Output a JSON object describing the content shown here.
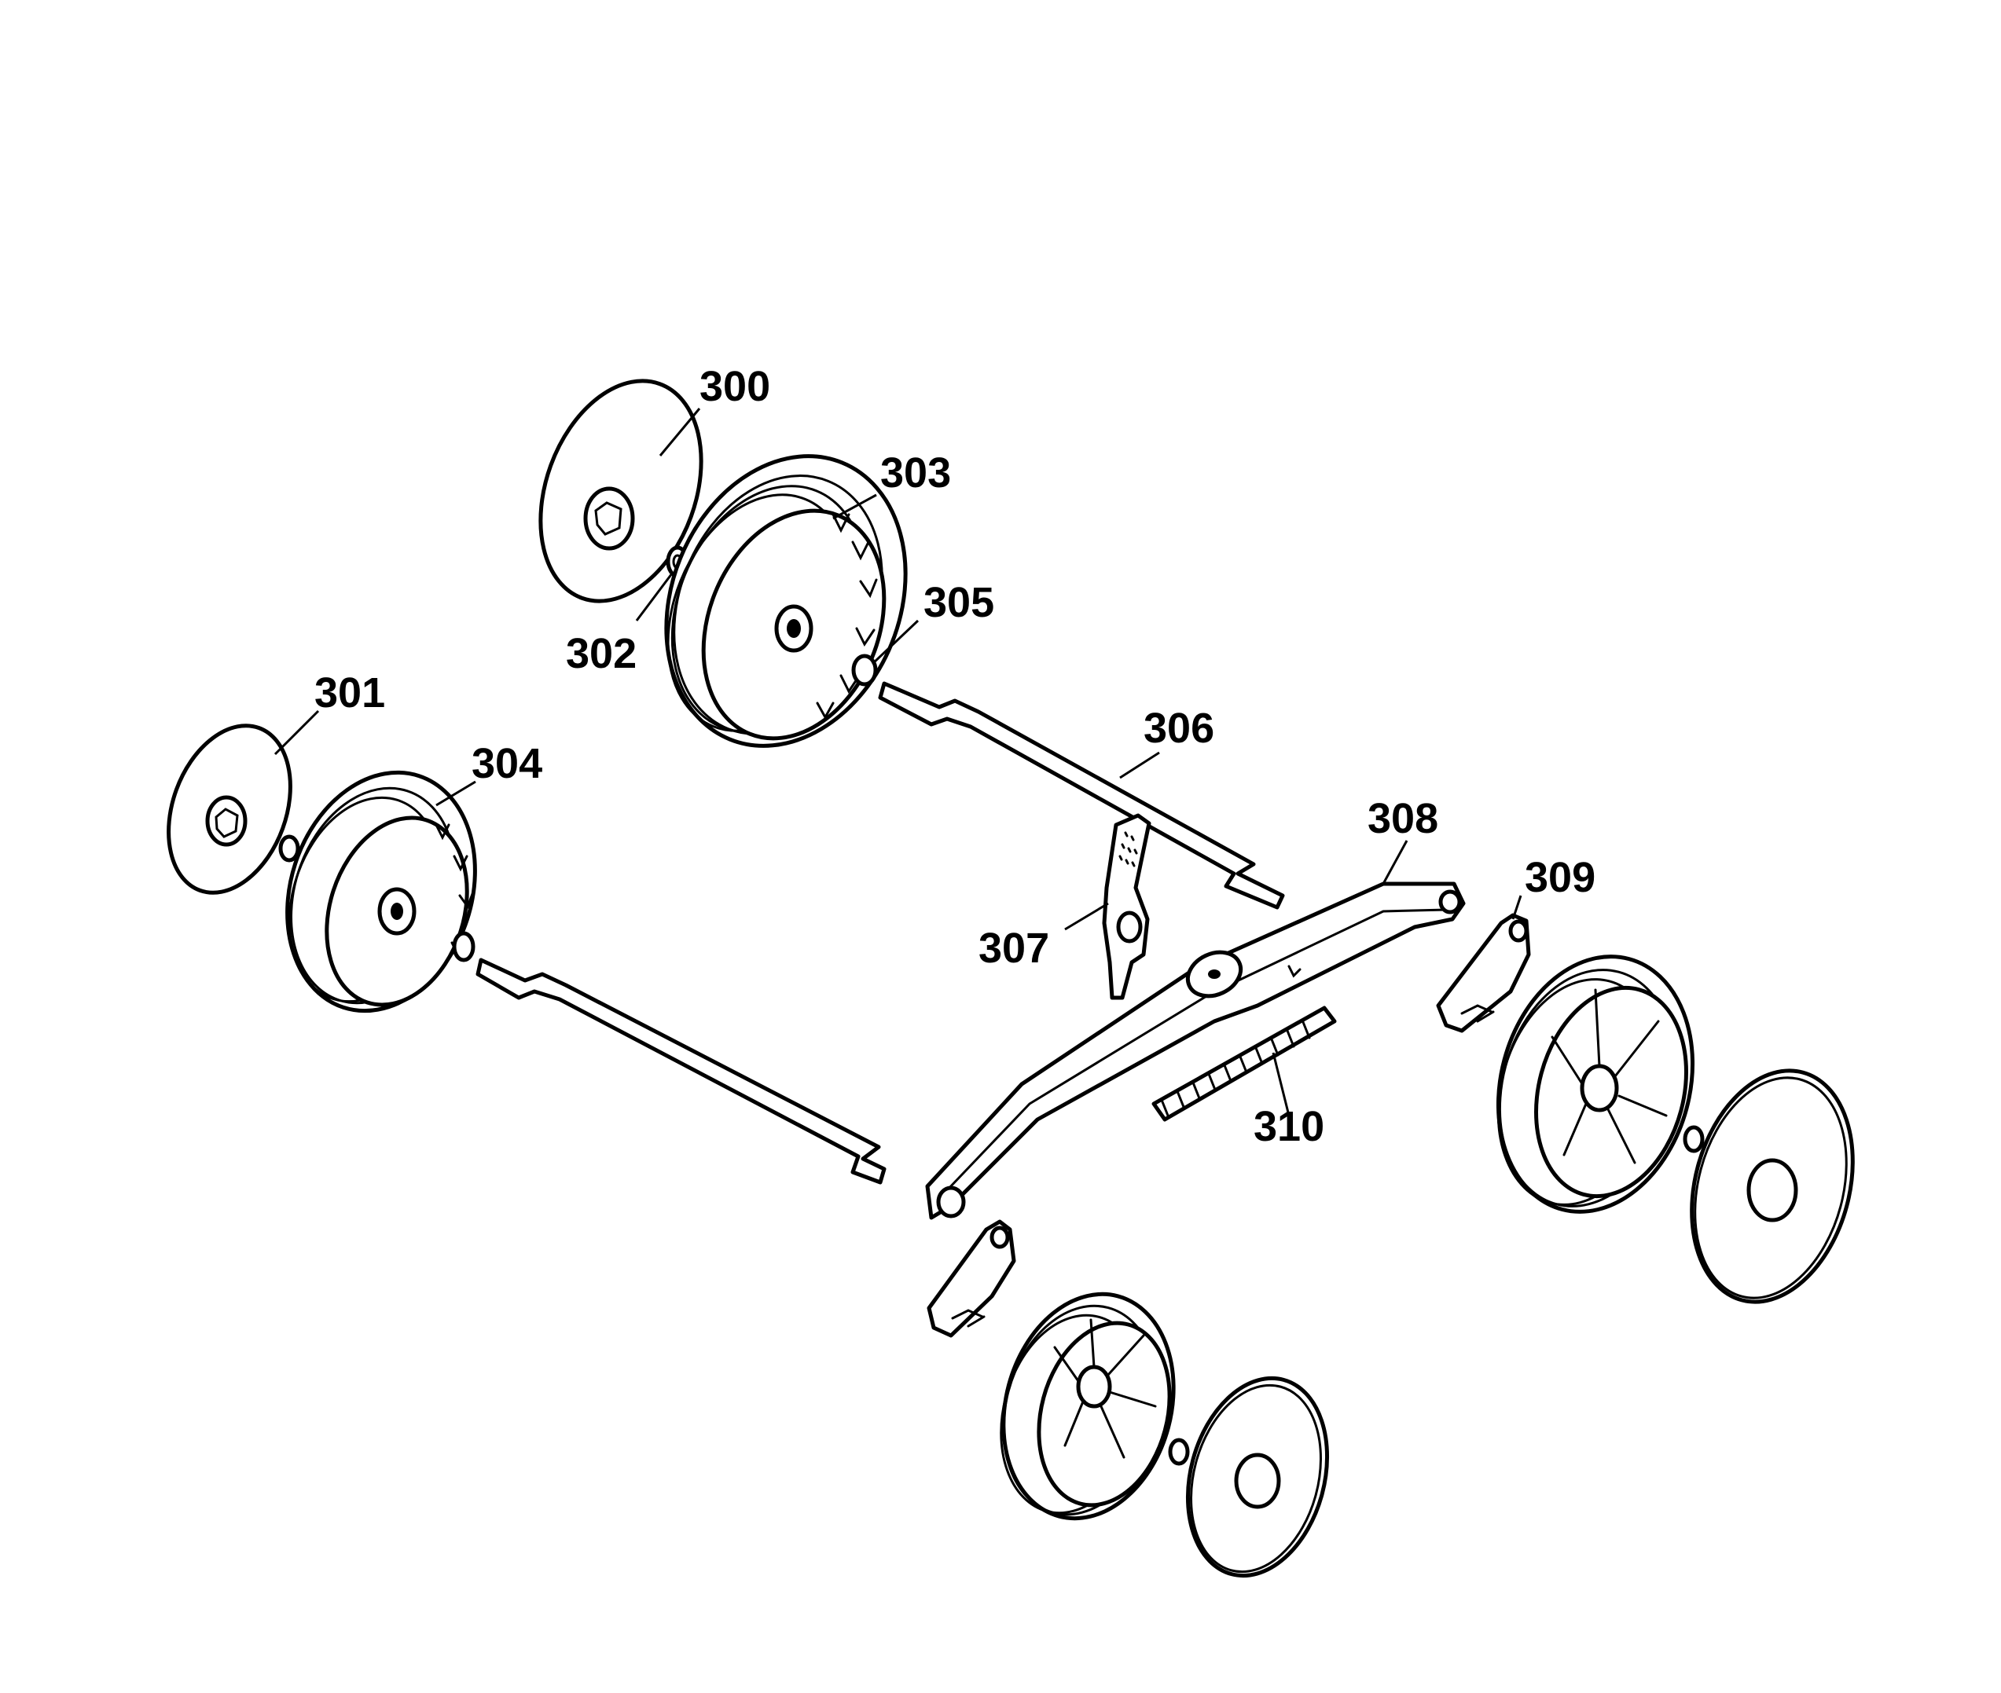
{
  "diagram": {
    "line_color": "#000000",
    "background": "#ffffff",
    "callouts": {
      "p300": "300",
      "p301": "301",
      "p302": "302",
      "p303": "303",
      "p304": "304",
      "p305": "305",
      "p306": "306",
      "p307": "307",
      "p308": "308",
      "p309": "309",
      "p310": "310"
    }
  }
}
